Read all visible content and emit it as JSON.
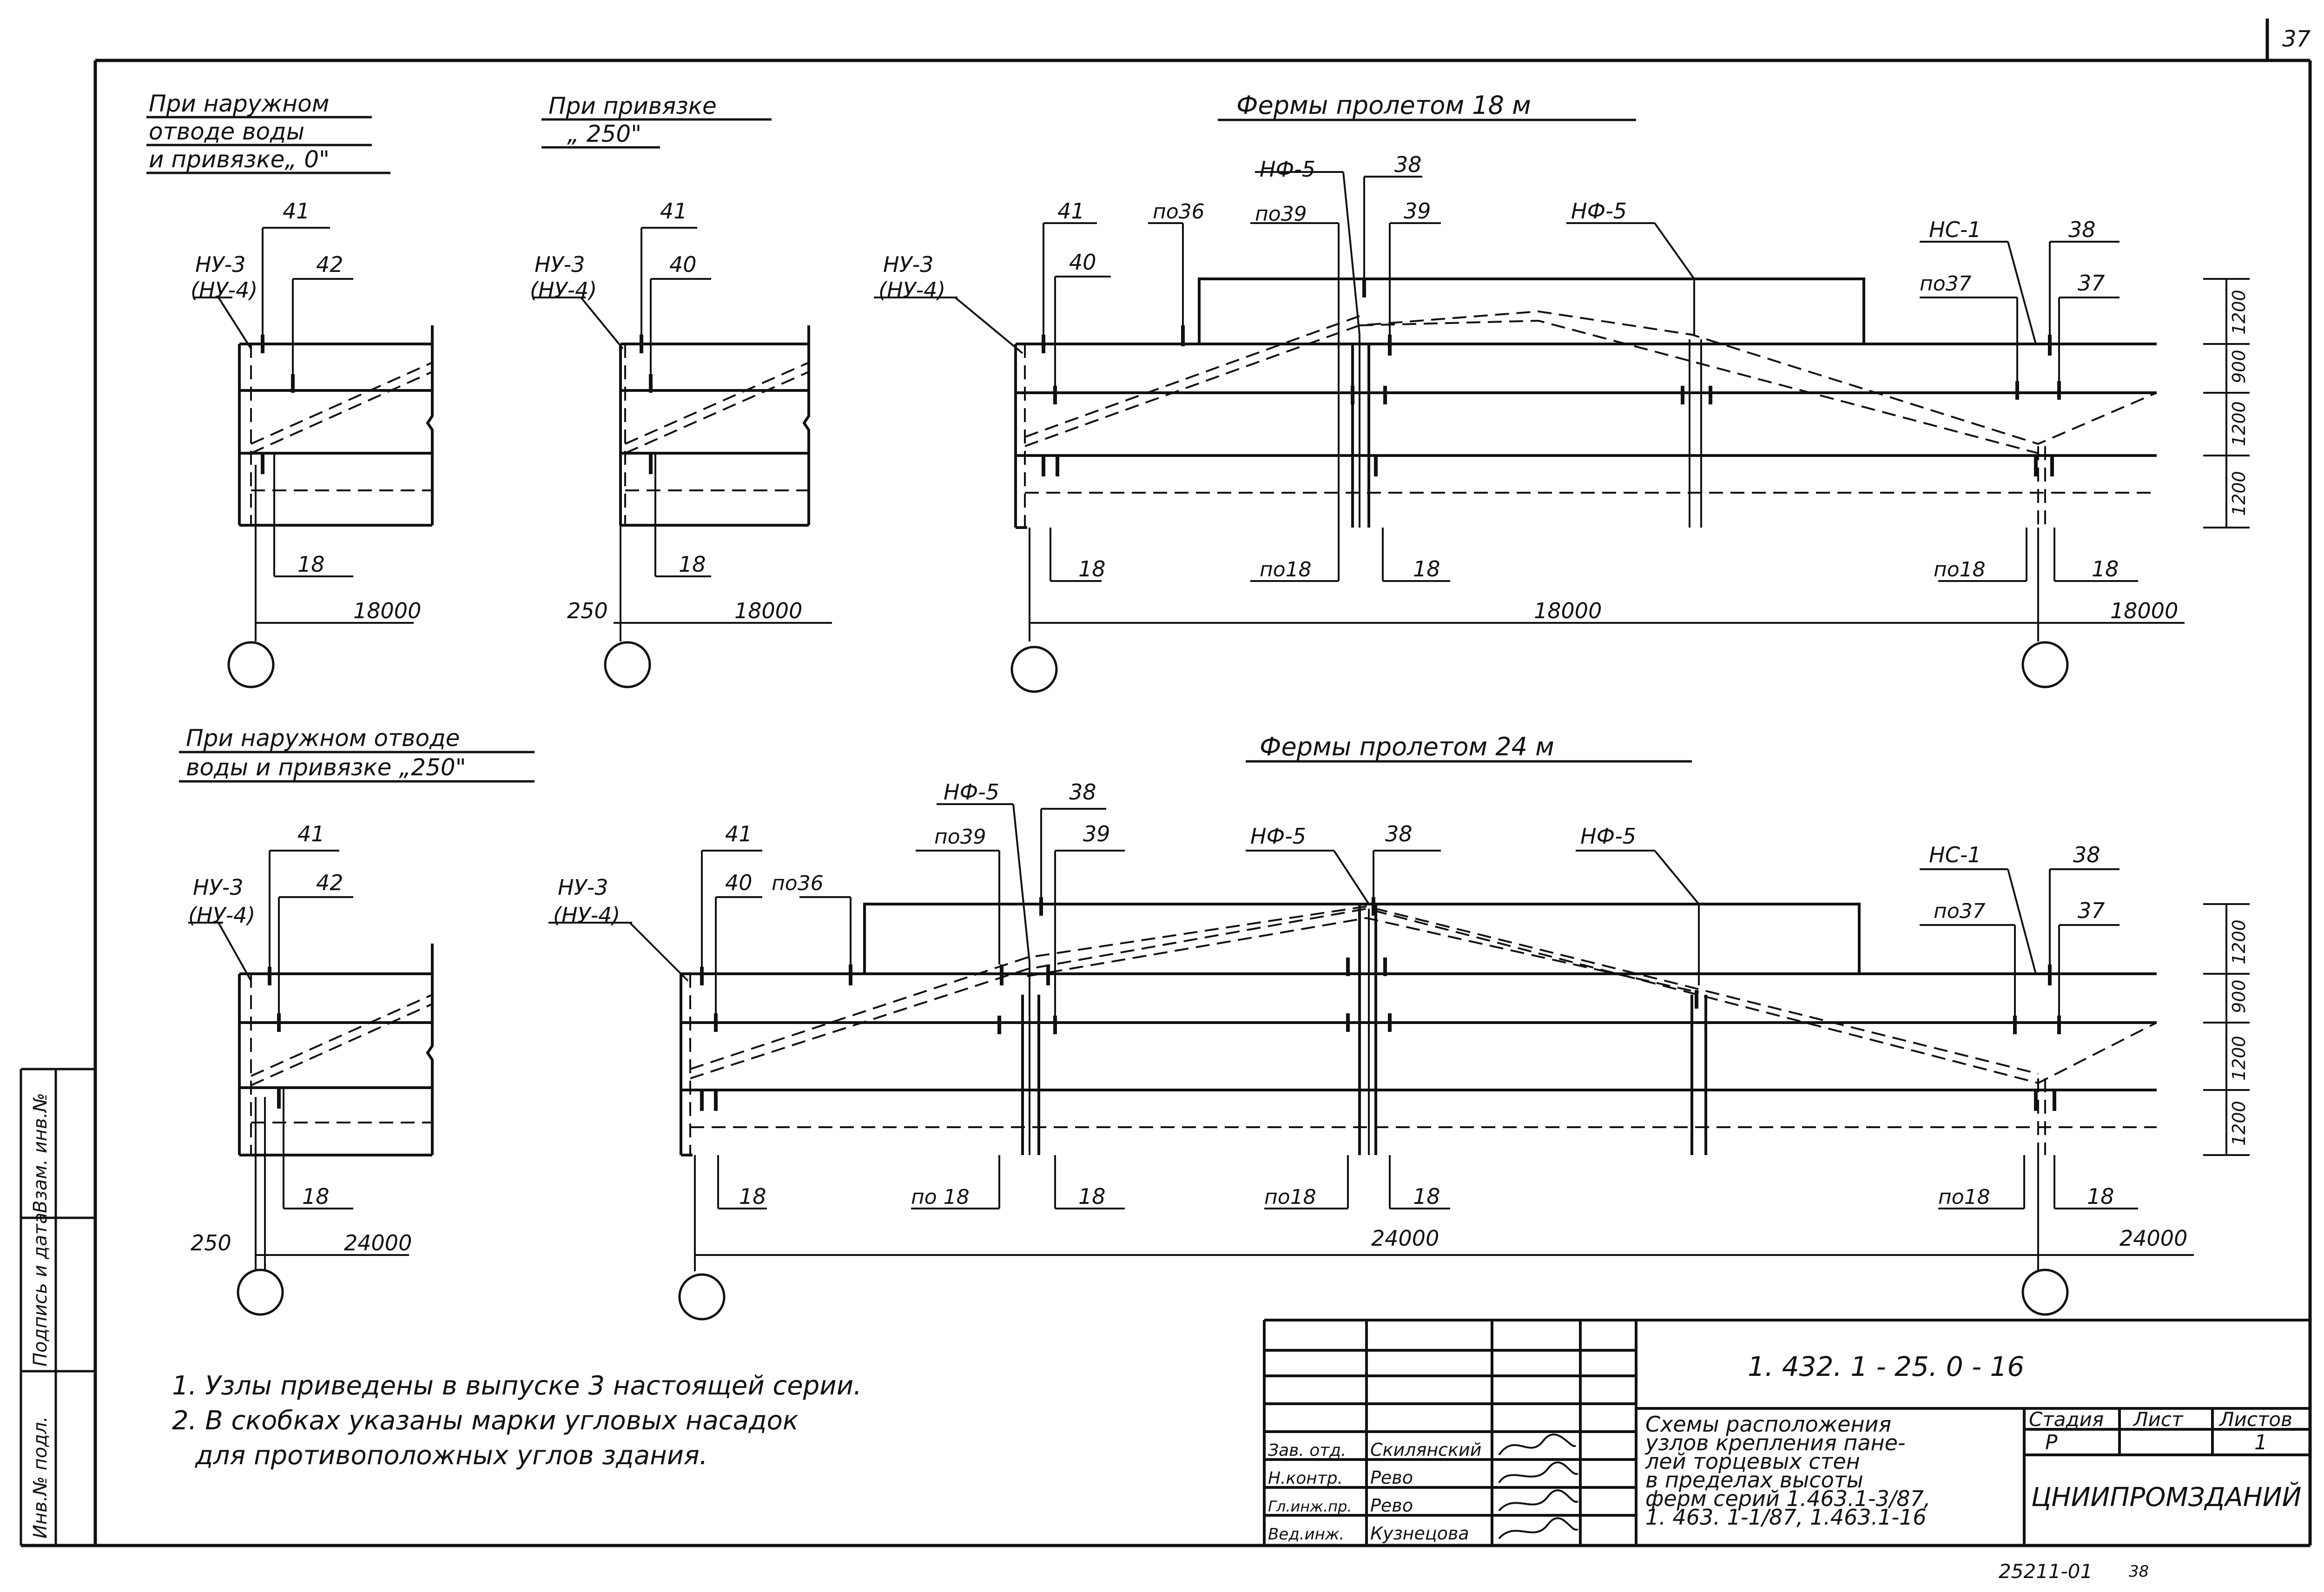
{
  "sheet_number": "37",
  "bottom_code": "25211-01",
  "bottom_code_suffix": "38",
  "left_column": {
    "inv_no_podl": "Инв.№ подл.",
    "podpis_data": "Подпись и дата",
    "vzam_inv": "Взам. инв.№"
  },
  "headings": {
    "outer_drain_0": [
      "При наружном",
      "отводе воды",
      "и привязке„ 0\""
    ],
    "binding_250": [
      "При привязке",
      "„ 250\""
    ],
    "trusses_18": "Фермы пролетом 18 м",
    "outer_drain_250": [
      "При наружном отводе",
      "воды и привязке „250\""
    ],
    "trusses_24": "Фермы пролетом 24 м"
  },
  "labels": {
    "nu3": "НУ-3",
    "nu4": "(НУ-4)",
    "nf5": "НФ-5",
    "ns1": "НС-1",
    "n41": "41",
    "n42": "42",
    "n40": "40",
    "n39": "39",
    "n38": "38",
    "n37": "37",
    "n18": "18",
    "po36": "по 36",
    "po39": "по 39",
    "po37": "по 37",
    "po18": "по 18",
    "po36b": "по36",
    "po39b": "по39",
    "po37b": "по37",
    "po18b": "по18"
  },
  "dimensions": {
    "d18000": "18000",
    "d24000": "24000",
    "d250": "250",
    "h1200": "1200",
    "h900": "900"
  },
  "notes": [
    "1. Узлы приведены в выпуске 3 настоящей серии.",
    "2. В скобках указаны марки угловых насадок",
    "для противоположных углов здания."
  ],
  "title_block": {
    "designation": "1. 432. 1 - 25. 0 - 16",
    "title_lines": [
      "Схемы расположения",
      "узлов крепления пане-",
      "лей торцевых стен",
      "в пределах высоты",
      "ферм серий 1.463.1-3/87,",
      "1. 463. 1-1/87, 1.463.1-16"
    ],
    "stage_header": "Стадия",
    "sheet_header": "Лист",
    "sheets_header": "Листов",
    "stage": "Р",
    "sheets": "1",
    "organization": "ЦНИИПРОМЗДАНИЙ",
    "staff": [
      {
        "role": "Зав. отд.",
        "name": "Скилянский"
      },
      {
        "role": "Н.контр.",
        "name": "Рево"
      },
      {
        "role": "Гл.инж.пр.",
        "name": "Рево"
      },
      {
        "role": "Вед.инж.",
        "name": "Кузнецова"
      }
    ]
  }
}
